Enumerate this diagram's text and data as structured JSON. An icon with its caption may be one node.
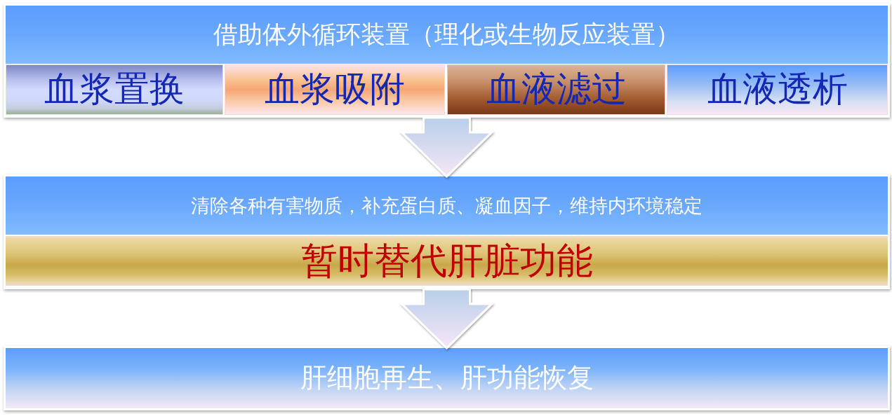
{
  "diagram": {
    "nodes": [
      {
        "text": [
          "借助体外循环装置（理化或生物反应装置）"
        ]
      },
      {
        "text": [
          "血浆置换"
        ],
        "in": 0
      },
      {
        "text": [
          "血浆吸附"
        ],
        "in": 0
      },
      {
        "text": [
          "血液滤过"
        ],
        "in": 0
      },
      {
        "text": [
          "血液透析"
        ],
        "in": 0
      },
      {
        "text": [
          "清除各种有害物质，补充蛋白质、凝血因子，维持内环境稳定"
        ]
      },
      {
        "text": [
          "暂时替代肝脏功能"
        ],
        "in": 5
      },
      {
        "text": [
          "肝细胞再生、肝功能恢复"
        ]
      }
    ],
    "edges": [
      {
        "from": 0,
        "to": 5,
        "arrow": "to"
      },
      {
        "from": 5,
        "to": 7,
        "arrow": "to"
      }
    ]
  }
}
